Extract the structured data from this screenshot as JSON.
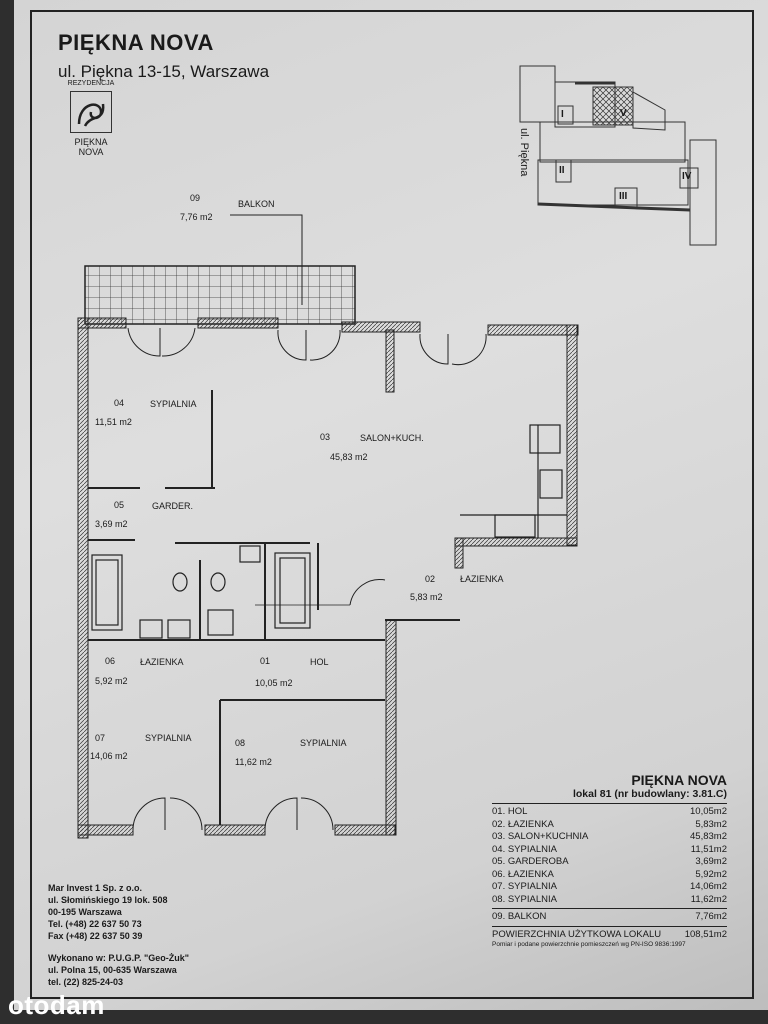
{
  "header": {
    "title": "PIĘKNA NOVA",
    "address": "ul. Piękna 13-15, Warszawa",
    "logo": {
      "top": "REZYDENCJA",
      "name1": "PIĘKNA",
      "name2": "NOVA"
    }
  },
  "key_plan": {
    "street": "ul. Piękna",
    "sections": [
      "I",
      "II",
      "III",
      "IV",
      "V"
    ]
  },
  "rooms": [
    {
      "no": "09",
      "name": "BALKON",
      "area": "7,76 m2"
    },
    {
      "no": "04",
      "name": "SYPIALNIA",
      "area": "11,51 m2"
    },
    {
      "no": "03",
      "name": "SALON+KUCH.",
      "area": "45,83 m2"
    },
    {
      "no": "05",
      "name": "GARDER.",
      "area": "3,69 m2"
    },
    {
      "no": "02",
      "name": "ŁAZIENKA",
      "area": "5,83 m2"
    },
    {
      "no": "06",
      "name": "ŁAZIENKA",
      "area": "5,92 m2"
    },
    {
      "no": "01",
      "name": "HOL",
      "area": "10,05 m2"
    },
    {
      "no": "07",
      "name": "SYPIALNIA",
      "area": "14,06 m2"
    },
    {
      "no": "08",
      "name": "SYPIALNIA",
      "area": "11,62 m2"
    }
  ],
  "summary": {
    "title": "PIĘKNA NOVA",
    "subtitle": "lokal 81 (nr budowlany: 3.81.C)",
    "items": [
      {
        "label": "01. HOL",
        "area": "10,05m2"
      },
      {
        "label": "02. ŁAZIENKA",
        "area": "5,83m2"
      },
      {
        "label": "03. SALON+KUCHNIA",
        "area": "45,83m2"
      },
      {
        "label": "04. SYPIALNIA",
        "area": "11,51m2"
      },
      {
        "label": "05. GARDEROBA",
        "area": "3,69m2"
      },
      {
        "label": "06. ŁAZIENKA",
        "area": "5,92m2"
      },
      {
        "label": "07. SYPIALNIA",
        "area": "14,06m2"
      },
      {
        "label": "08. SYPIALNIA",
        "area": "11,62m2"
      }
    ],
    "balcony": {
      "label": "09. BALKON",
      "area": "7,76m2"
    },
    "total": {
      "label": "POWIERZCHNIA UŻYTKOWA LOKALU",
      "area": "108,51m2"
    },
    "note": "Pomiar i podane powierzchnie pomieszczeń wg PN-ISO 9836:1997"
  },
  "company": {
    "l1": "Mar Invest 1 Sp. z o.o.",
    "l2": "ul. Słomińskiego 19 lok. 508",
    "l3": "00-195 Warszawa",
    "l4": "Tel. (+48) 22 637 50 73",
    "l5": "Fax (+48) 22 637 50 39"
  },
  "executor": {
    "l1": "Wykonano w: P.U.G.P. \"Geo-Żuk\"",
    "l2": "ul. Polna 15, 00-635 Warszawa",
    "l3": "tel. (22) 825-24-03"
  },
  "watermark": "otodam"
}
